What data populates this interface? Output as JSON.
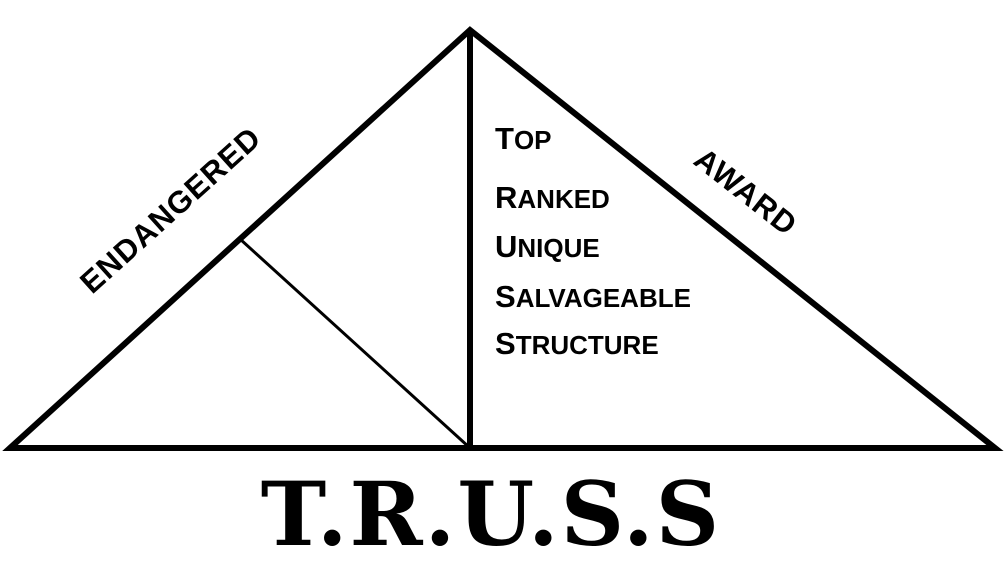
{
  "labels": {
    "left_side": "ENDANGERED",
    "right_side": "AWARD"
  },
  "acronym": [
    {
      "initial": "T",
      "rest": "OP"
    },
    {
      "initial": "R",
      "rest": "ANKED"
    },
    {
      "initial": "U",
      "rest": "NIQUE"
    },
    {
      "initial": "S",
      "rest": "ALVAGEABLE"
    },
    {
      "initial": "S",
      "rest": "TRUCTURE"
    }
  ],
  "title": "T.R.U.S.S"
}
